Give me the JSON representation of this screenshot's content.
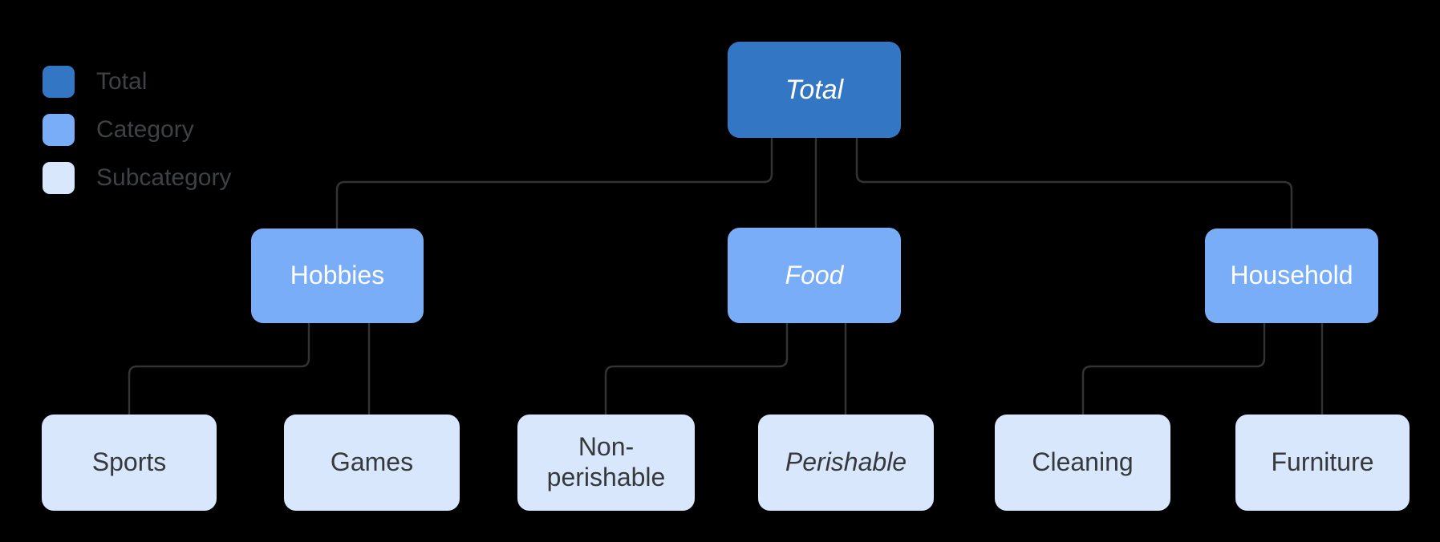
{
  "legend": {
    "items": [
      {
        "label": "Total",
        "color": "#3377C4"
      },
      {
        "label": "Category",
        "color": "#79ADF8"
      },
      {
        "label": "Subcategory",
        "color": "#D8E7FB"
      }
    ]
  },
  "nodes": [
    {
      "id": "total",
      "label": "Total",
      "level": "total",
      "italic": true,
      "parent": null
    },
    {
      "id": "hobbies",
      "label": "Hobbies",
      "level": "category",
      "italic": false,
      "parent": "total"
    },
    {
      "id": "food",
      "label": "Food",
      "level": "category",
      "italic": true,
      "parent": "total"
    },
    {
      "id": "household",
      "label": "Household",
      "level": "category",
      "italic": false,
      "parent": "total"
    },
    {
      "id": "sports",
      "label": "Sports",
      "level": "subcategory",
      "italic": false,
      "parent": "hobbies"
    },
    {
      "id": "games",
      "label": "Games",
      "level": "subcategory",
      "italic": false,
      "parent": "hobbies"
    },
    {
      "id": "non-perishable",
      "label": "Non-perishable",
      "level": "subcategory",
      "italic": false,
      "parent": "food"
    },
    {
      "id": "perishable",
      "label": "Perishable",
      "level": "subcategory",
      "italic": true,
      "parent": "food"
    },
    {
      "id": "cleaning",
      "label": "Cleaning",
      "level": "subcategory",
      "italic": false,
      "parent": "household"
    },
    {
      "id": "furniture",
      "label": "Furniture",
      "level": "subcategory",
      "italic": false,
      "parent": "household"
    }
  ],
  "colors": {
    "background": "#000000",
    "total": "#3377C4",
    "category": "#79ADF8",
    "subcategory": "#D8E7FB",
    "connector": "#333333",
    "legend_text": "#3E4245",
    "node_text_light": "#FFFFFF",
    "node_text_dark": "#36393C"
  }
}
